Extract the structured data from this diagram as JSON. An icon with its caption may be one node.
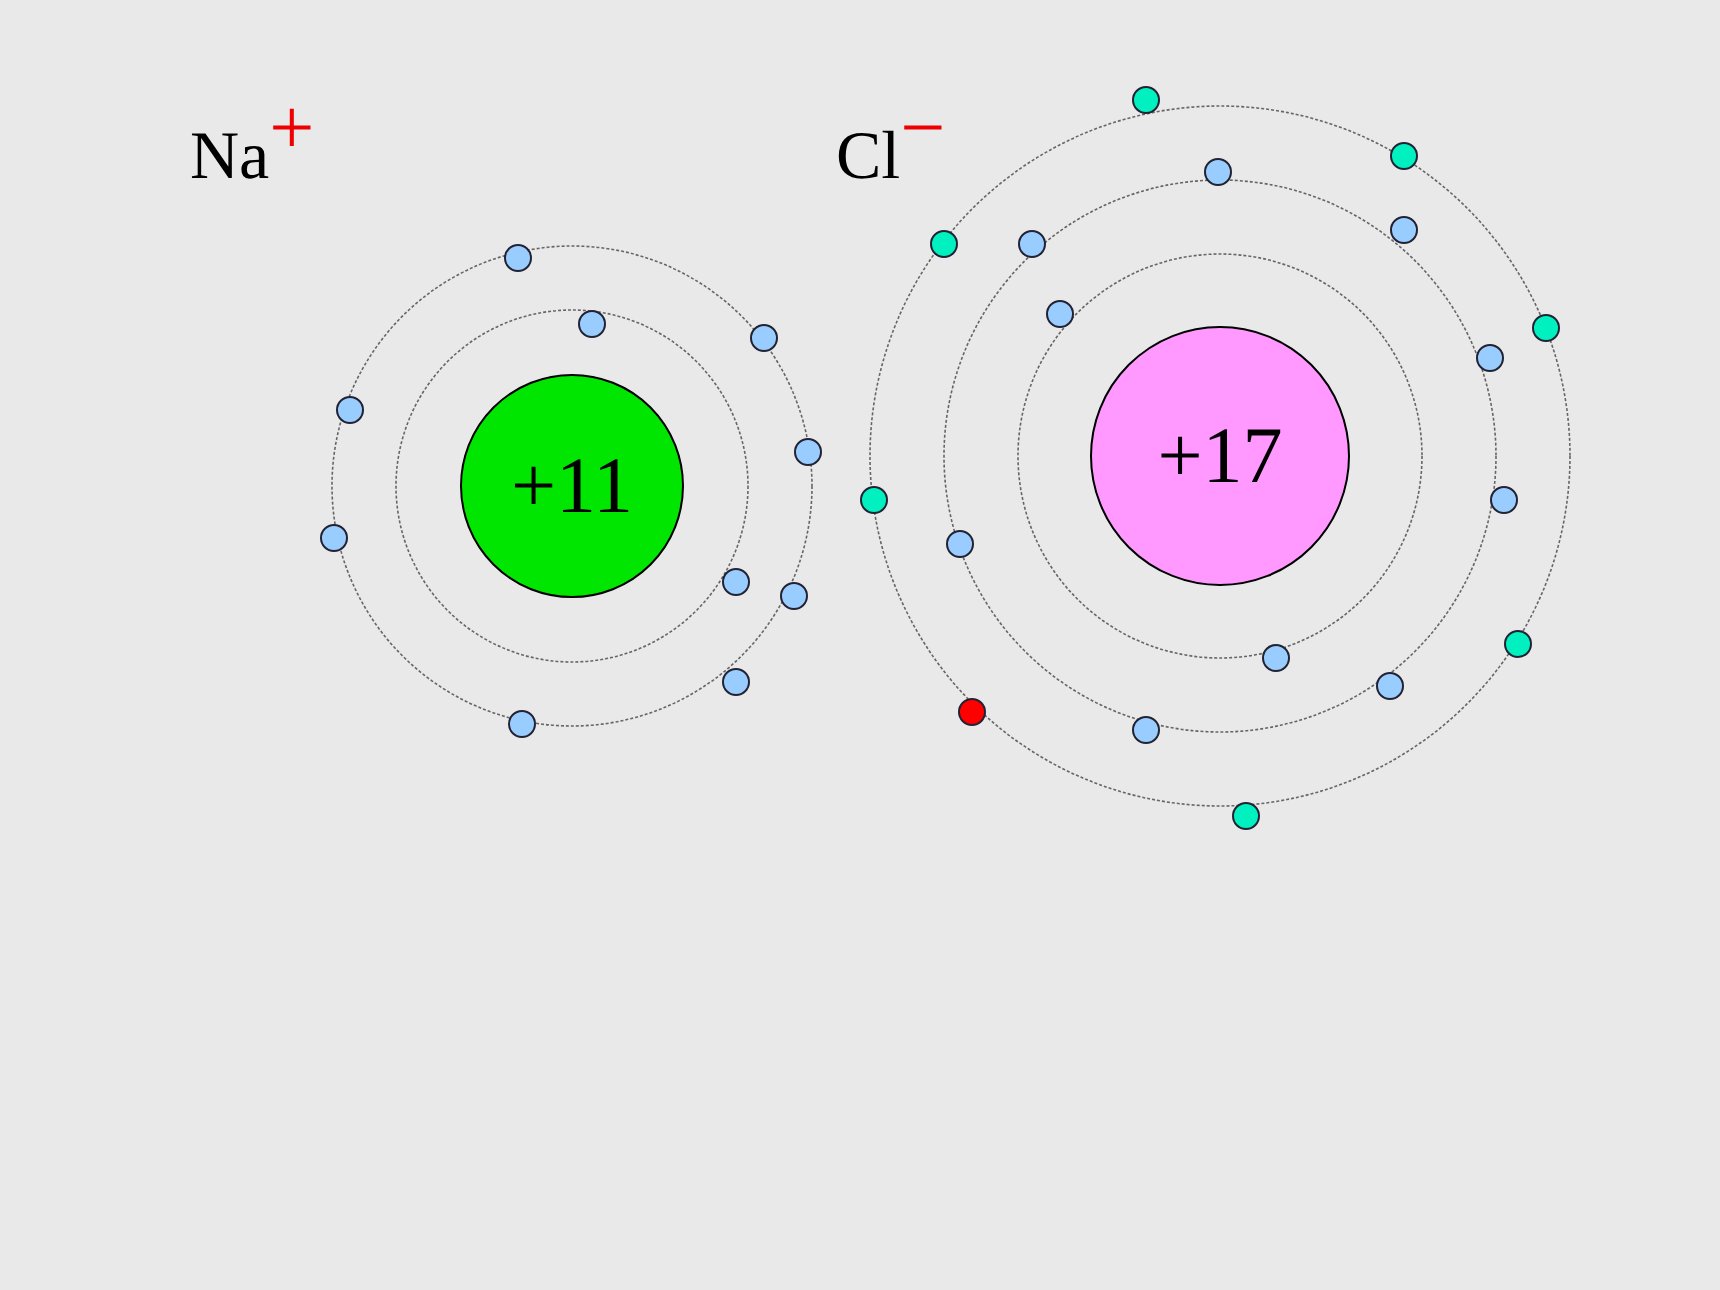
{
  "diagram": {
    "nodes": [
      {
        "text": [
          "+11"
        ]
      },
      {
        "text": [
          "+17"
        ]
      }
    ],
    "labels": [
      "Na$^{+}$",
      "Cl$^{−}$"
    ]
  }
}
